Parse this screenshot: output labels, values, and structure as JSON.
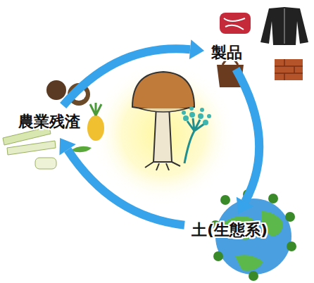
{
  "diagram": {
    "nodes": [
      {
        "text": [
          "製品"
        ]
      },
      {
        "text": [
          "農業残渣"
        ]
      },
      {
        "text": [
          "土(生態系)"
        ]
      }
    ],
    "edges": [
      {
        "from": 1,
        "to": 0,
        "arrow": "to"
      },
      {
        "from": 0,
        "to": 2,
        "arrow": "to"
      },
      {
        "from": 2,
        "to": 1,
        "arrow": "to"
      }
    ]
  }
}
